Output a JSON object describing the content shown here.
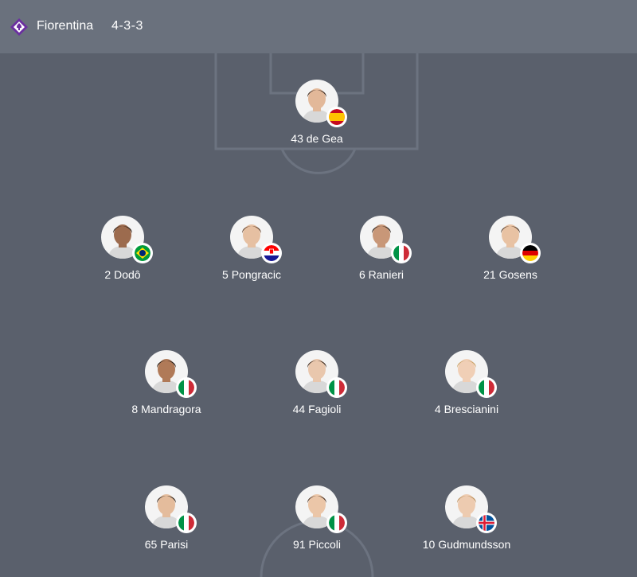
{
  "header": {
    "team_name": "Fiorentina",
    "formation": "4-3-3",
    "logo_icon": "fiorentina-crest-icon",
    "logo_color": "#6b2fa0"
  },
  "pitch": {
    "background": "#5a606c",
    "line_color": "#6c7380"
  },
  "players": [
    {
      "number": "43",
      "name": "de Gea",
      "label": "43 de Gea",
      "flag": "spain"
    },
    {
      "number": "2",
      "name": "Dodô",
      "label": "2 Dodô",
      "flag": "brazil"
    },
    {
      "number": "5",
      "name": "Pongracic",
      "label": "5 Pongracic",
      "flag": "croatia"
    },
    {
      "number": "6",
      "name": "Ranieri",
      "label": "6 Ranieri",
      "flag": "italy"
    },
    {
      "number": "21",
      "name": "Gosens",
      "label": "21 Gosens",
      "flag": "germany"
    },
    {
      "number": "8",
      "name": "Mandragora",
      "label": "8 Mandragora",
      "flag": "italy"
    },
    {
      "number": "44",
      "name": "Fagioli",
      "label": "44 Fagioli",
      "flag": "italy"
    },
    {
      "number": "4",
      "name": "Brescianini",
      "label": "4 Brescianini",
      "flag": "italy"
    },
    {
      "number": "65",
      "name": "Parisi",
      "label": "65 Parisi",
      "flag": "italy"
    },
    {
      "number": "91",
      "name": "Piccoli",
      "label": "91 Piccoli",
      "flag": "italy"
    },
    {
      "number": "10",
      "name": "Gudmundsson",
      "label": "10 Gudmundsson",
      "flag": "iceland"
    }
  ]
}
